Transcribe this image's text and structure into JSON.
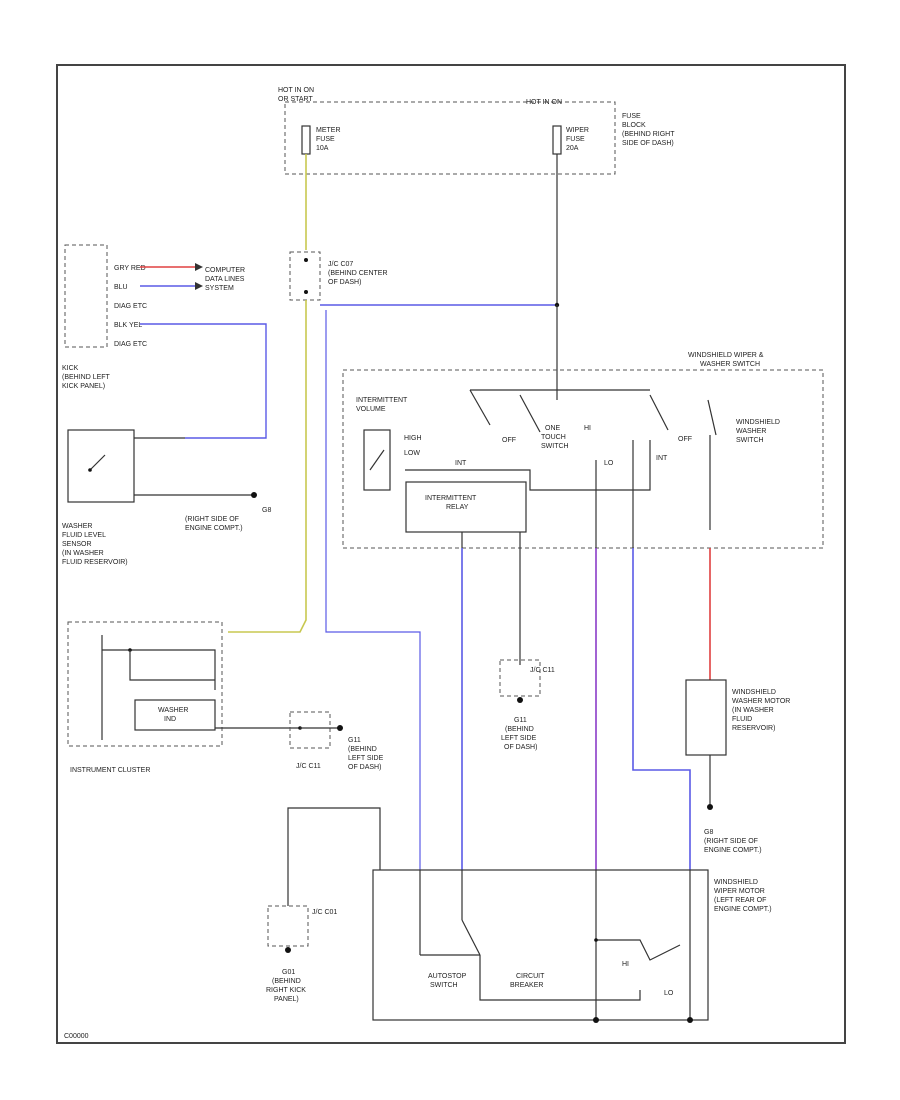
{
  "colors": {
    "blue": "#5a5ae6",
    "purple": "#8a3cc8",
    "red": "#e04040",
    "yellow": "#c8c850",
    "wire": "#333333"
  },
  "labels": {
    "hot_left": [
      "HOT IN ON",
      "OR START"
    ],
    "hot_right": "HOT IN ON",
    "meter_fuse": [
      "METER",
      "FUSE",
      "10A"
    ],
    "wiper_fuse": [
      "WIPER",
      "FUSE",
      "20A"
    ],
    "fuse_block": [
      "FUSE",
      "BLOCK",
      "(BEHIND RIGHT",
      "SIDE OF DASH)"
    ],
    "jc_top": [
      "J/C C07",
      "(BEHIND CENTER",
      "OF DASH)"
    ],
    "computer": [
      "COMPUTER",
      "DATA LINES",
      "SYSTEM"
    ],
    "kick_panel_conn": [
      "KICK",
      "(BEHIND LEFT",
      "KICK PANEL)"
    ],
    "conn_rows": [
      "GRY RED",
      "BLU",
      "DIAG ETC",
      "BLK YEL",
      "DIAG ETC"
    ],
    "wiper_switch_title": [
      "WINDSHIELD WIPER &",
      "WASHER SWITCH"
    ],
    "intermittent_volume": [
      "INTERMITTENT",
      "VOLUME"
    ],
    "high": "HIGH",
    "low": "LOW",
    "int": "INT",
    "off": "OFF",
    "one_touch": [
      "ONE",
      "TOUCH",
      "SWITCH"
    ],
    "hi": "HI",
    "lo": "LO",
    "off2": "OFF",
    "int2": "INT",
    "washer_switch": [
      "WINDSHIELD",
      "WASHER",
      "SWITCH"
    ],
    "intermittent_relay": [
      "INTERMITTENT",
      "RELAY"
    ],
    "washer_sensor": [
      "WASHER",
      "FLUID LEVEL",
      "SENSOR",
      "(IN WASHER",
      "FLUID RESERVOIR)"
    ],
    "ground_g8_top": [
      "G8",
      "(RIGHT SIDE OF",
      "ENGINE COMPT.)"
    ],
    "instrument_cluster": "INSTRUMENT CLUSTER",
    "washer_ind": [
      "WASHER",
      "IND"
    ],
    "g11": [
      "G11",
      "(BEHIND",
      "LEFT SIDE",
      "OF DASH)"
    ],
    "jc_c11_a": "J/C C11",
    "jc_c11_b": "J/C C11",
    "washer_motor": [
      "WINDSHIELD",
      "WASHER MOTOR",
      "(IN WASHER",
      "FLUID",
      "RESERVOIR)"
    ],
    "ground_g8_right": [
      "G8",
      "(RIGHT SIDE OF",
      "ENGINE COMPT.)"
    ],
    "wiper_motor": [
      "WINDSHIELD",
      "WIPER MOTOR",
      "(LEFT REAR OF",
      "ENGINE COMPT.)"
    ],
    "autostop": [
      "AUTOSTOP",
      "SWITCH"
    ],
    "circuit_breaker": [
      "CIRCUIT",
      "BREAKER"
    ],
    "motor_hi": "HI",
    "motor_lo": "LO",
    "jc_c01": "J/C C01",
    "g01": [
      "G01",
      "(BEHIND",
      "RIGHT KICK",
      "PANEL)"
    ],
    "footer_code": "C00000"
  }
}
